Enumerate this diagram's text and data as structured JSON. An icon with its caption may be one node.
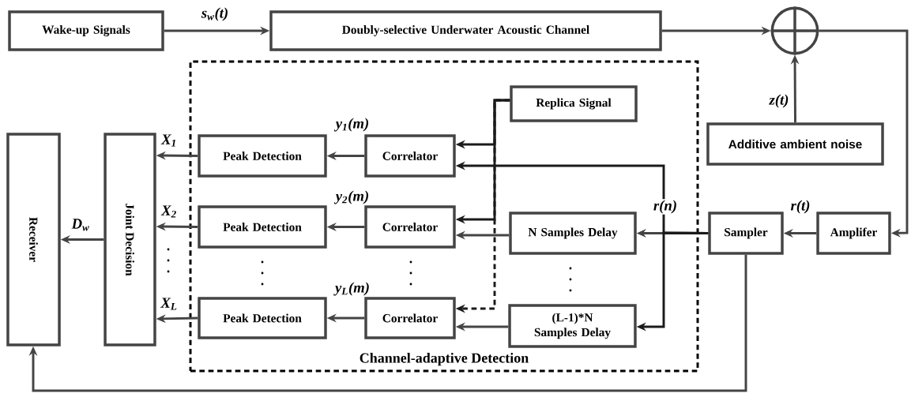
{
  "diagram": {
    "nodes": [
      {
        "text": [
          "Wake-up Signals"
        ]
      },
      {
        "text": [
          "Doubly-selective Underwater Acoustic Channel"
        ]
      },
      {
        "text": [],
        "shape": "circle"
      },
      {
        "text": [
          "Channel-adaptive Detection"
        ]
      },
      {
        "text": [
          "Replica Signal"
        ],
        "in": 3
      },
      {
        "text": [
          "Receiver"
        ]
      },
      {
        "text": [
          "Joint Decision"
        ]
      },
      {
        "text": [
          "Peak Detection"
        ],
        "in": 3
      },
      {
        "text": [
          "Correlator"
        ],
        "in": 3
      },
      {
        "text": [
          "Additive ambient noise"
        ]
      },
      {
        "text": [
          "Peak Detection"
        ],
        "in": 3
      },
      {
        "text": [
          "Correlator"
        ],
        "in": 3
      },
      {
        "text": [
          "N Samples Delay"
        ],
        "in": 3
      },
      {
        "text": [
          "Sampler"
        ]
      },
      {
        "text": [
          "Amplifer"
        ]
      },
      {
        "text": [
          "Peak Detection"
        ],
        "in": 3
      },
      {
        "text": [
          "Correlator"
        ],
        "in": 3
      },
      {
        "text": [
          "(L-1)*N Samples Delay"
        ],
        "in": 3
      }
    ],
    "edges": [
      {
        "from": 0,
        "to": 1,
        "arrow": "to",
        "label": "s$_{w}$(t)"
      },
      {
        "from": 1,
        "to": 2,
        "arrow": "to"
      },
      {
        "from": 9,
        "to": 2,
        "arrow": "to",
        "label": "z(t)"
      },
      {
        "from": 2,
        "to": 14,
        "arrow": "to"
      },
      {
        "from": 14,
        "to": 13,
        "arrow": "to",
        "label": "r(t)"
      },
      {
        "from": 13,
        "to": 12,
        "arrow": "to",
        "label": "r(n)"
      },
      {
        "from": 13,
        "to": 8,
        "arrow": "to",
        "color": "#1a1a1a"
      },
      {
        "from": 13,
        "to": 17,
        "arrow": "to",
        "color": "#1a1a1a"
      },
      {
        "from": 4,
        "to": 8,
        "arrow": "to",
        "color": "#1a1a1a"
      },
      {
        "from": 4,
        "to": 11,
        "arrow": "to",
        "color": "#1a1a1a"
      },
      {
        "from": 4,
        "to": 16,
        "arrow": "to",
        "style": "dashed",
        "color": "#1a1a1a"
      },
      {
        "from": 12,
        "to": 11,
        "arrow": "to"
      },
      {
        "from": 17,
        "to": 16,
        "arrow": "to"
      },
      {
        "from": 8,
        "to": 7,
        "arrow": "to",
        "label": "y$_{1}$(m)"
      },
      {
        "from": 11,
        "to": 10,
        "arrow": "to",
        "label": "y$_{2}$(m)"
      },
      {
        "from": 16,
        "to": 15,
        "arrow": "to",
        "label": "y$_{L}$(m)"
      },
      {
        "from": 7,
        "to": 6,
        "arrow": "to",
        "label": "X$_{1}$"
      },
      {
        "from": 10,
        "to": 6,
        "arrow": "to",
        "label": "X$_{2}$"
      },
      {
        "from": 15,
        "to": 6,
        "arrow": "to",
        "label": "X$_{L}$"
      },
      {
        "from": 6,
        "to": 5,
        "arrow": "to",
        "label": "D$_{w}$"
      },
      {
        "from": 13,
        "to": 5,
        "arrow": "to"
      }
    ]
  }
}
